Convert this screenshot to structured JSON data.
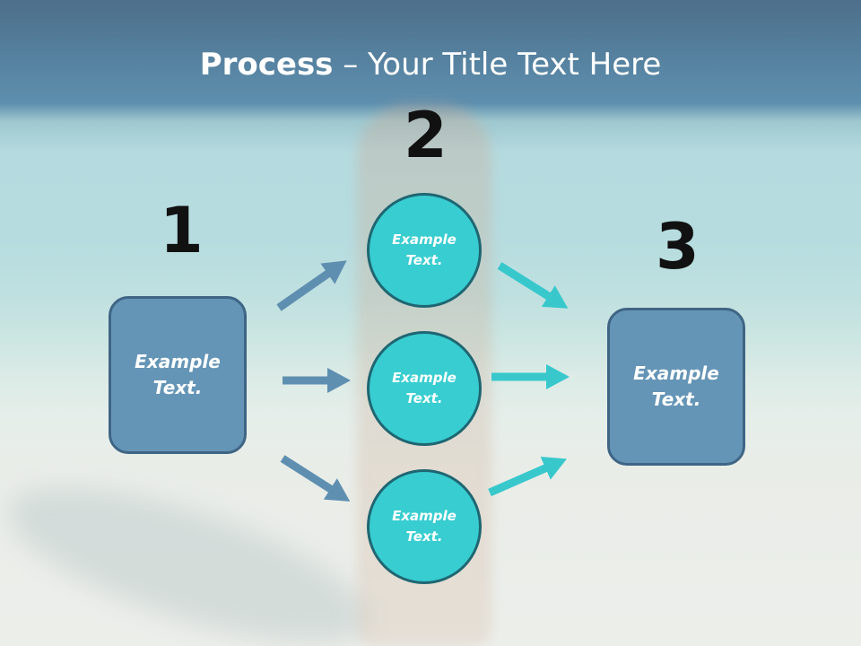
{
  "title": {
    "bold": "Process",
    "rest": " – Your Title Text Here"
  },
  "steps": [
    {
      "number": "1",
      "text_line1": "Example",
      "text_line2": "Text."
    },
    {
      "number": "2"
    },
    {
      "number": "3",
      "text_line1": "Example",
      "text_line2": "Text."
    }
  ],
  "circles": [
    {
      "text_line1": "Example",
      "text_line2": "Text."
    },
    {
      "text_line1": "Example",
      "text_line2": "Text."
    },
    {
      "text_line1": "Example",
      "text_line2": "Text."
    }
  ],
  "colors": {
    "box_fill": "#6595b6",
    "circle_fill": "#38cdd0",
    "left_arrows": "#5f8fb0",
    "right_arrows": "#38c8cc"
  }
}
